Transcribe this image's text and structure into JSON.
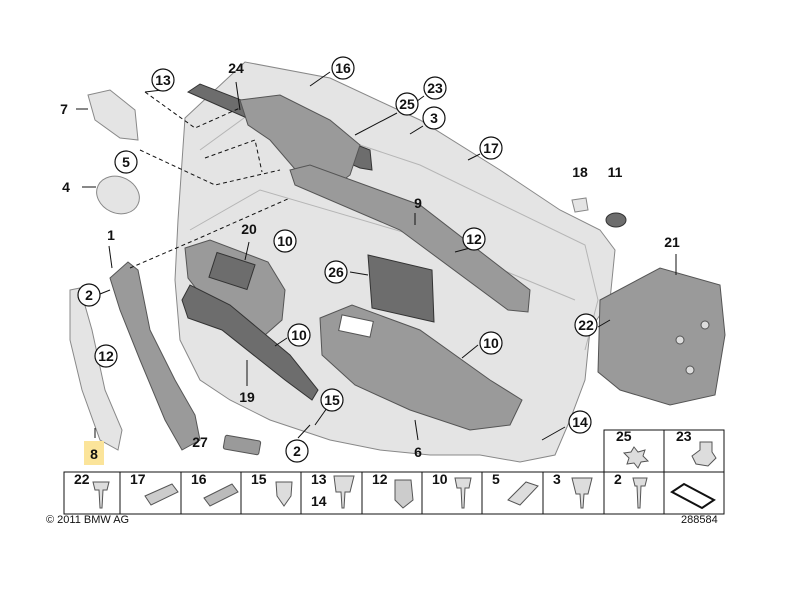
{
  "diagram": {
    "callouts": [
      {
        "label": "24"
      },
      {
        "label": "16"
      },
      {
        "label": "13"
      },
      {
        "label": "23"
      },
      {
        "label": "25"
      },
      {
        "label": "3"
      },
      {
        "label": "7"
      },
      {
        "label": "17"
      },
      {
        "label": "5"
      },
      {
        "label": "4"
      },
      {
        "label": "18"
      },
      {
        "label": "11"
      },
      {
        "label": "9"
      },
      {
        "label": "1"
      },
      {
        "label": "20"
      },
      {
        "label": "10"
      },
      {
        "label": "12"
      },
      {
        "label": "21"
      },
      {
        "label": "2"
      },
      {
        "label": "26"
      },
      {
        "label": "22"
      },
      {
        "label": "10"
      },
      {
        "label": "12"
      },
      {
        "label": "10"
      },
      {
        "label": "19"
      },
      {
        "label": "15"
      },
      {
        "label": "14"
      },
      {
        "label": "8"
      },
      {
        "label": "27"
      },
      {
        "label": "2"
      },
      {
        "label": "6"
      }
    ],
    "legend_upper": [
      {
        "label": "25"
      },
      {
        "label": "23"
      }
    ],
    "legend_lower": [
      {
        "label": "22"
      },
      {
        "label": "17"
      },
      {
        "label": "16"
      },
      {
        "label": "15"
      },
      {
        "label": "13",
        "sublabel": "14"
      },
      {
        "label": "12"
      },
      {
        "label": "10"
      },
      {
        "label": "5"
      },
      {
        "label": "3"
      },
      {
        "label": "2"
      }
    ],
    "highlighted_label": "8",
    "highlight_color": "#fbe49a"
  },
  "footer": {
    "copyright": "© 2011 BMW AG",
    "figure_id": "288584"
  }
}
